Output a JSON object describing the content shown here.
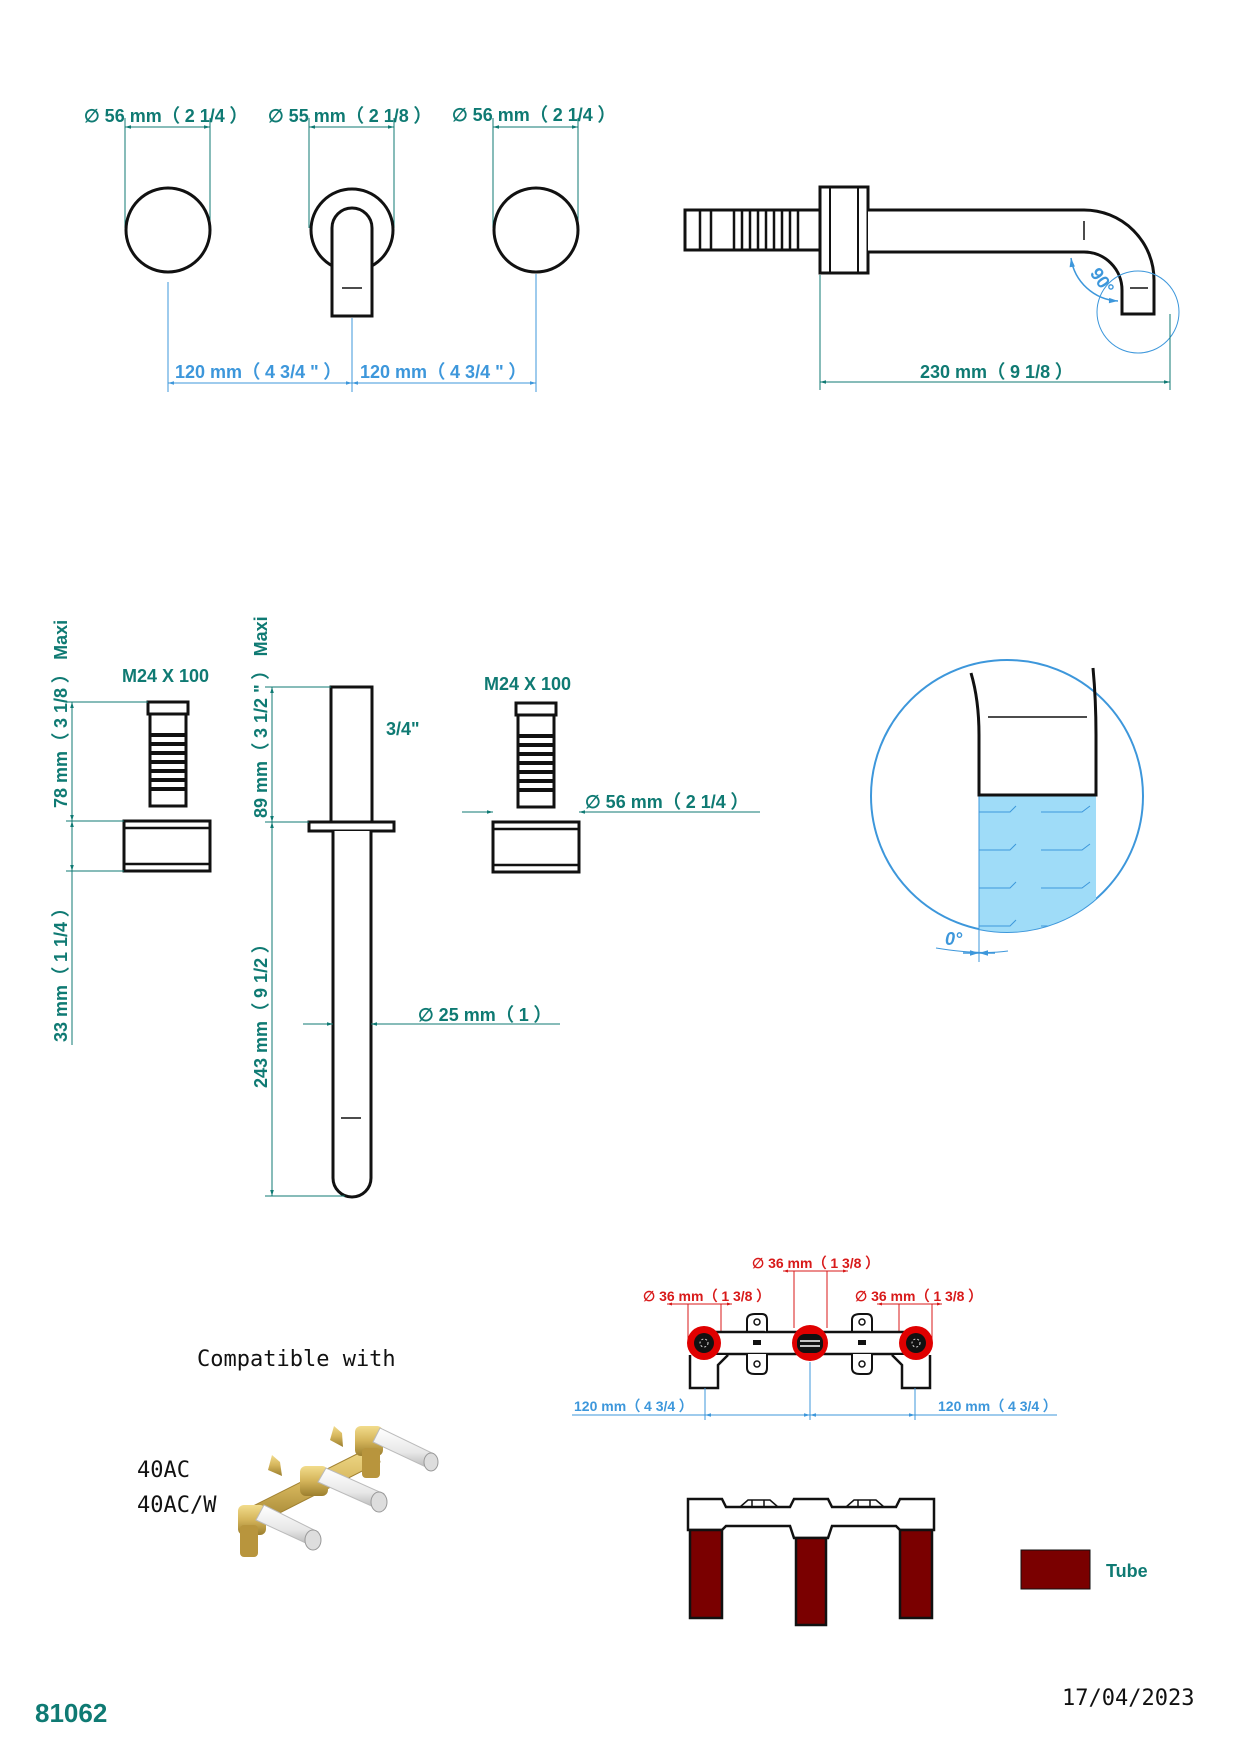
{
  "colors": {
    "dimension_teal": "#0f7a73",
    "dimension_blue": "#3d97db",
    "dimension_red": "#d81a1a",
    "tube": "#7a0000",
    "water": "#9fdcf8",
    "brass": "#d4b45a"
  },
  "front_view": {
    "left_handle_diameter": "∅  56 mm（ 2 1/4 ）",
    "lever_diameter": "∅  55 mm（ 2 1/8 ）",
    "right_handle_diameter": "∅  56 mm（ 2 1/4 ）",
    "spacing_left": "120 mm（ 4 3/4 \" ）",
    "spacing_right": "120 mm（ 4 3/4 \" ）"
  },
  "spout_view": {
    "length": "230 mm（ 9 1/8 ）",
    "angle": "90°"
  },
  "side_view": {
    "valve_thread_left": "M24 X 100",
    "valve_thread_right": "M24 X 100",
    "valve_depth": "78 mm（ 3 1/8 ）  Maxi",
    "handle_height": "33 mm（ 1 1/4 ）",
    "spout_depth": "89 mm（ 3 1/2 \" ）  Maxi",
    "spout_length": "243 mm（ 9 1/2 ）",
    "spout_thread": "3/4\"",
    "spout_diameter": "∅  25 mm（ 1 ）",
    "handle_diameter": "∅  56 mm（ 2 1/4 ）"
  },
  "detail_view": {
    "angle": "0°"
  },
  "compatibility": {
    "title": "Compatible with",
    "models": [
      "40AC",
      "40AC/W"
    ]
  },
  "rough_in": {
    "center_diameter": "∅  36 mm（ 1 3/8 ）",
    "left_diameter": "∅  36 mm（ 1 3/8 ）",
    "right_diameter": "∅  36 mm（ 1 3/8 ）",
    "spacing_left": "120 mm（ 4 3/4 ）",
    "spacing_right": "120 mm（ 4 3/4 ）"
  },
  "legend": {
    "tube_label": "Tube"
  },
  "footer": {
    "product_code": "81062",
    "date": "17/04/2023"
  }
}
